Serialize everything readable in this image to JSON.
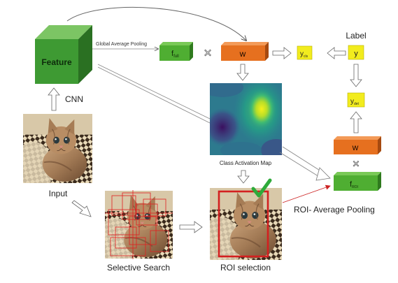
{
  "labels": {
    "feature": "Feature",
    "cnn": "CNN",
    "input": "Input",
    "gap": "Global Average Pooling",
    "f_full": "f",
    "f_full_sub": "full",
    "w_top": "w",
    "y_cls": "y",
    "y_cls_sub": "cls",
    "label": "Label",
    "y_label": "y",
    "y_det": "y",
    "y_det_sub": "det",
    "w_right": "w",
    "f_roi": "f",
    "f_roi_sub": "ROI",
    "cam": "Class Activation Map",
    "roi_avg_pooling": "ROI- Average Pooling",
    "selective_search": "Selective Search",
    "roi_selection": "ROI selection"
  },
  "icons": {
    "multiply": "multiply-icon",
    "check": "check-icon"
  },
  "colors": {
    "feature_green": "#3e9a33",
    "feature_green_dark": "#2a7022",
    "feature_green_light": "#7cc564",
    "f_green": "#4fae32",
    "w_orange": "#e6701f",
    "y_yellow": "#f2ec1e",
    "roi_red": "#d32020",
    "check_green": "#2eaa3a"
  }
}
